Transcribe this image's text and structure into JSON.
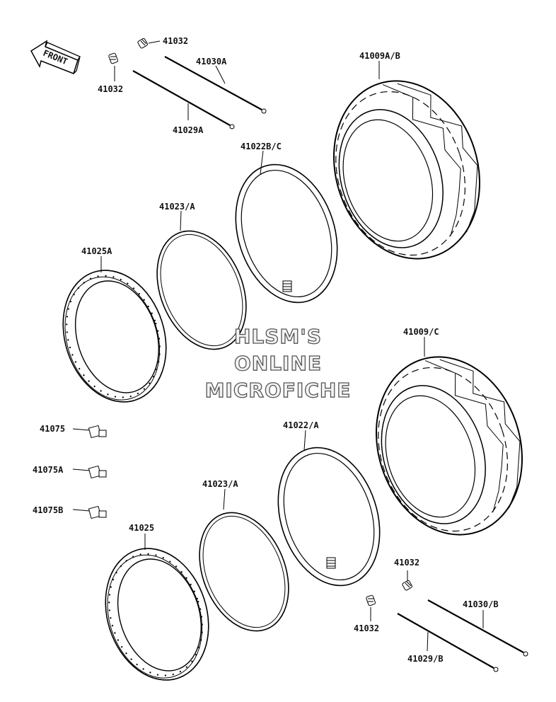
{
  "front_arrow": {
    "text": "FRONT"
  },
  "watermark": {
    "line1": "HLSM'S",
    "line2": "ONLINE",
    "line3": "MICROFICHE"
  },
  "parts": {
    "p41032_top_right": "41032",
    "p41032_top_left": "41032",
    "p41030A": "41030A",
    "p41029A": "41029A",
    "p41009AB": "41009A/B",
    "p41022BC": "41022B/C",
    "p41023A_upper": "41023/A",
    "p41025A": "41025A",
    "p41009C": "41009/C",
    "p41075": "41075",
    "p41075A": "41075A",
    "p41075B": "41075B",
    "p41022A": "41022/A",
    "p41023A_lower": "41023/A",
    "p41025": "41025",
    "p41032_bottom_right": "41032",
    "p41032_bottom_left": "41032",
    "p41030B": "41030/B",
    "p41029B": "41029/B"
  }
}
